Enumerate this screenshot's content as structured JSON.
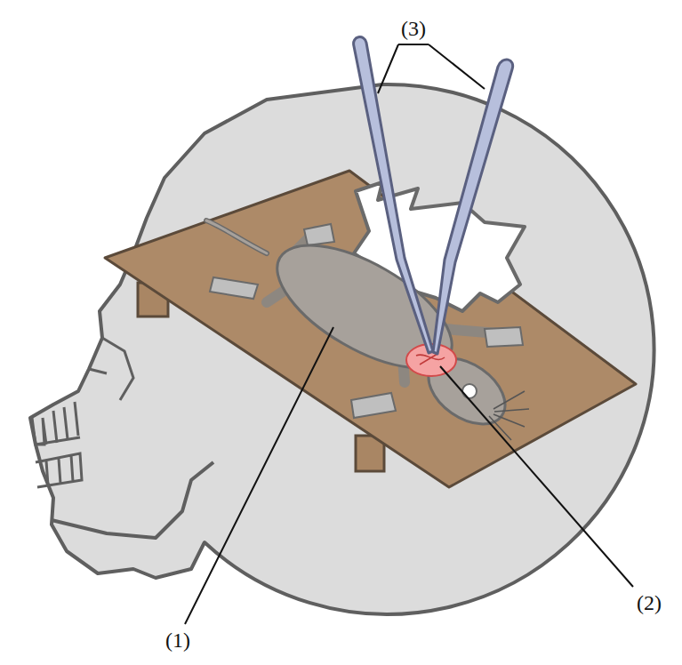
{
  "diagram": {
    "labels": [
      "(3)",
      "(1)",
      "(2)"
    ]
  }
}
